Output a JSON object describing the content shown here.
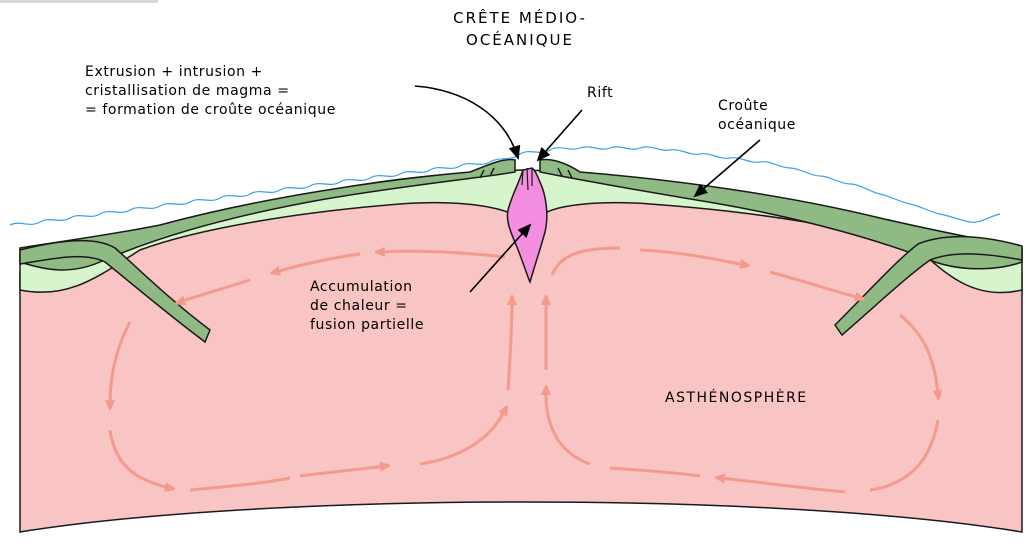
{
  "diagram": {
    "title_line1": "CRÊTE MÉDIO-",
    "title_line2": "OCÉANIQUE",
    "label_extrusion_1": "Extrusion + intrusion +",
    "label_extrusion_2": "cristallisation de magma =",
    "label_extrusion_3": "= formation de croûte océanique",
    "label_rift": "Rift",
    "label_crust_1": "Croûte",
    "label_crust_2": "océanique",
    "label_accum_1": "Accumulation",
    "label_accum_2": "de chaleur =",
    "label_accum_3": "fusion partielle",
    "label_astheno": "ASTHÉNOSPHÈRE"
  },
  "colors": {
    "asthenosphere": "#f8c4c4",
    "crust_dark": "#8fba84",
    "crust_light": "#d6f5cc",
    "magma": "#f48ee0",
    "convection_arrow": "#f49a8c",
    "ocean_line": "#3aa0e8",
    "outline": "#1a1a1a"
  }
}
